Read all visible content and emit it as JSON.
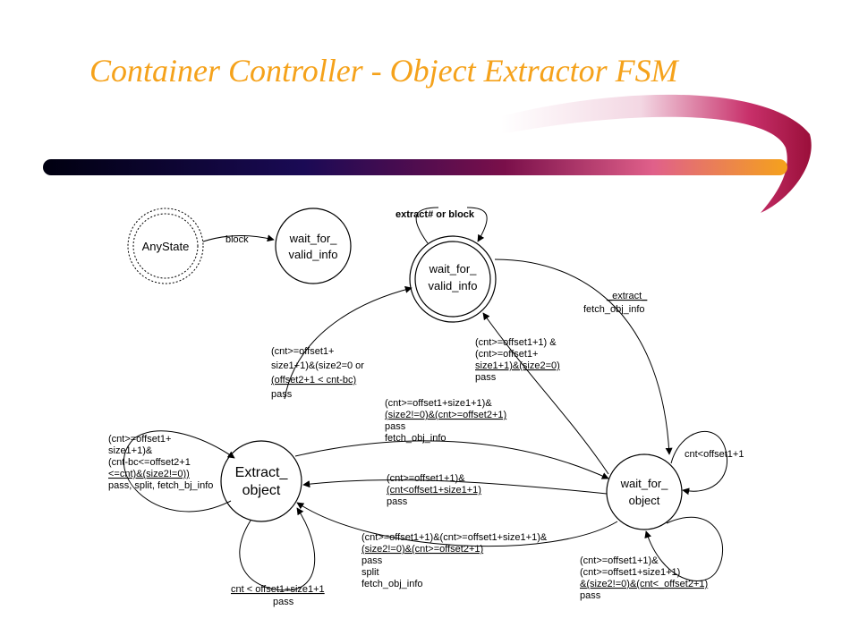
{
  "title": "Container Controller - Object Extractor FSM",
  "colors": {
    "title": "#f5a21b",
    "bar_dark": "#0a0a2a",
    "bar_mid": "#7a0f4a",
    "bar_light": "#f5a21b"
  },
  "states": {
    "any_state": "AnyState",
    "wait_valid_top": {
      "line1": "wait_for_",
      "line2": "valid_info"
    },
    "wait_valid_main": {
      "line1": "wait_for_",
      "line2": "valid_info"
    },
    "extract_object": {
      "line1": "Extract_",
      "line2": "object"
    },
    "wait_object": {
      "line1": "wait_for_",
      "line2": "object"
    }
  },
  "transitions": {
    "block": "block",
    "self_wait_valid": "extract# or block",
    "extract_fetch": {
      "line1": "_extract_",
      "line2": "fetch_obj_info"
    },
    "obj_to_valid": [
      "(cnt>=offset1+1) &",
      "(cnt>=offset1+",
      "size1+1)&(size2=0)",
      "pass"
    ],
    "extract_to_valid": [
      "(cnt>=offset1+",
      "size1+1)&(size2=0 or",
      "(offset2+1 < cnt-bc)",
      "pass"
    ],
    "extract_to_obj": [
      "(cnt>=offset1+size1+1)&",
      "(size2!=0)&(cnt>=offset2+1)",
      "pass",
      "fetch_obj_info"
    ],
    "obj_to_extract_1": [
      "(cnt>=offset1+1)&",
      "(cnt<offset1+size1+1)",
      "pass"
    ],
    "obj_to_extract_2": [
      "(cnt>=offset1+1)&(cnt>=offset1+size1+1)&",
      "(size2!=0)&(cnt>=offset2+1)",
      "pass",
      "split",
      "fetch_obj_info"
    ],
    "self_extract_left": [
      "(cnt>=offset1+",
      "size1+1)&",
      "(cnt-bc<=offset2+1",
      "<=cnt)&(size2!=0))",
      "pass, split, fetch_bj_info"
    ],
    "self_extract_bottom": [
      "cnt < offset1+size1+1",
      "pass"
    ],
    "self_obj_right": "cnt<offset1+1",
    "self_obj_bottom": [
      "(cnt>=offset1+1)&",
      "(cnt>=offset1+size1+1)",
      "&(size2!=0)&(cnt<_offset2+1)",
      "pass"
    ]
  }
}
